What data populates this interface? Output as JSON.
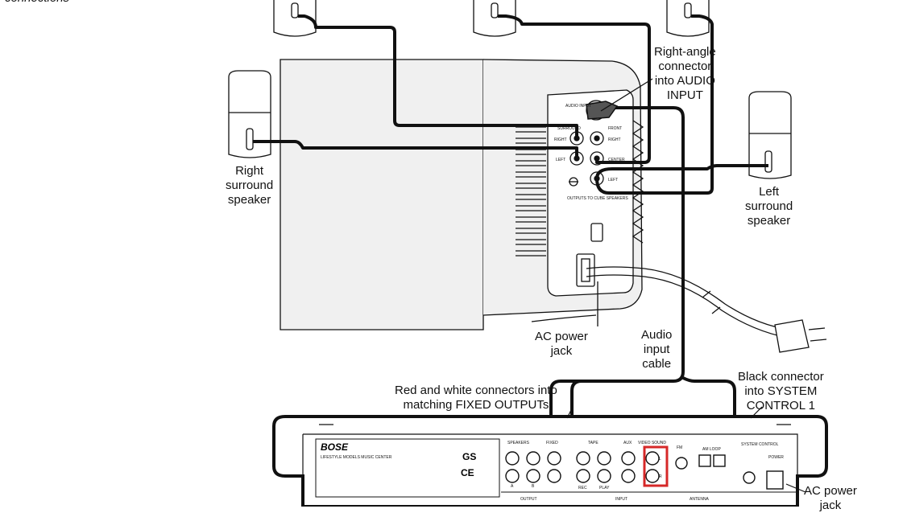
{
  "top_caption": "connections",
  "labels": {
    "right_angle": [
      "Right-angle",
      "connector",
      "into AUDIO",
      "INPUT"
    ],
    "right_surround": [
      "Right",
      "surround",
      "speaker"
    ],
    "left_surround": [
      "Left",
      "surround",
      "speaker"
    ],
    "ac_power_jack": [
      "AC power",
      "jack"
    ],
    "audio_input_cable": [
      "Audio",
      "input",
      "cable"
    ],
    "red_white": [
      "Red and white connectors into",
      "matching FIXED OUTPUTs"
    ],
    "black_connector": [
      "Black connector",
      "into SYSTEM",
      "CONTROL 1"
    ],
    "ac_power_jack_bottom": [
      "AC power",
      "jack"
    ]
  },
  "module_panel": {
    "audio_input": "AUDIO INPUT",
    "surround": "SURROUND",
    "front": "FRONT",
    "right": "RIGHT",
    "left": "LEFT",
    "center": "CENTER",
    "outputs": "OUTPUTS TO CUBE SPEAKERS"
  },
  "console_panel": {
    "brand": "BOSE",
    "model": "LIFESTYLE MODELS MUSIC CENTER",
    "speakers": "SPEAKERS",
    "fixed": "FIXED",
    "tape": "TAPE",
    "aux": "AUX",
    "video_sound": "VIDEO SOUND",
    "fm": "FM",
    "am_loop": "AM LOOP",
    "system_control": "SYSTEM CONTROL",
    "power": "POWER",
    "output": "OUTPUT",
    "input": "INPUT",
    "antenna": "ANTENNA",
    "rec": "REC",
    "play": "PLAY",
    "a": "A",
    "b": "B",
    "l": "L",
    "r": "R",
    "ce": "CE",
    "gs": "GS"
  },
  "colors": {
    "line": "#111111",
    "highlight": "#d62828",
    "panel_fill": "#f0f0f0"
  }
}
